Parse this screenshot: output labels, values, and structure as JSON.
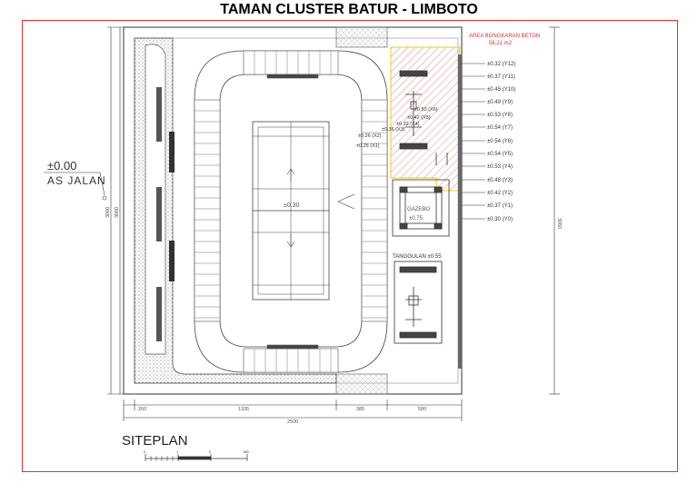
{
  "title": "TAMAN CLUSTER BATUR - LIMBOTO",
  "siteplan_label": "SITEPLAN",
  "reference": {
    "level": "±0.00",
    "road": "AS JALAN"
  },
  "area_note": {
    "line1": "AREA BONGKARAN BETON",
    "line2": "56,21 m2"
  },
  "court_level": "±0.30",
  "gazebo": {
    "label": "GAZEBO",
    "level": "±0.75"
  },
  "tanggulan": "TANGGULAN ±0.55",
  "elevations_right": [
    "±0.32 (Y12)",
    "±0.37 (Y11)",
    "±0.45 (Y10)",
    "±0.49 (Y9)",
    "±0.53 (Y8)",
    "±0.54 (Y7)",
    "±0.54 (Y6)",
    "±0.54 (Y5)",
    "±0.53 (Y4)",
    "±0.48 (Y3)",
    "±0.42 (Y2)",
    "±0.37 (Y1)",
    "±0.30 (Y0)"
  ],
  "elevations_inner": [
    "±0.53 (X6)",
    "±0.42 (X5)",
    "±0.32 (X4)",
    "±0.36 (X3)",
    "±0.26 (X2)",
    "±0.25 (X1)"
  ],
  "dimensions_bottom": [
    "260",
    "1335",
    "385",
    "580",
    "2500"
  ],
  "dimensions_left": [
    "3060",
    "3060"
  ],
  "dimension_right": "3060",
  "scale_ticks": [
    "0",
    "1",
    "2",
    "5M"
  ],
  "colors": {
    "frame": "#e0312f",
    "hatch": "#e05050",
    "yellow": "#e8d000",
    "line": "#333333"
  }
}
